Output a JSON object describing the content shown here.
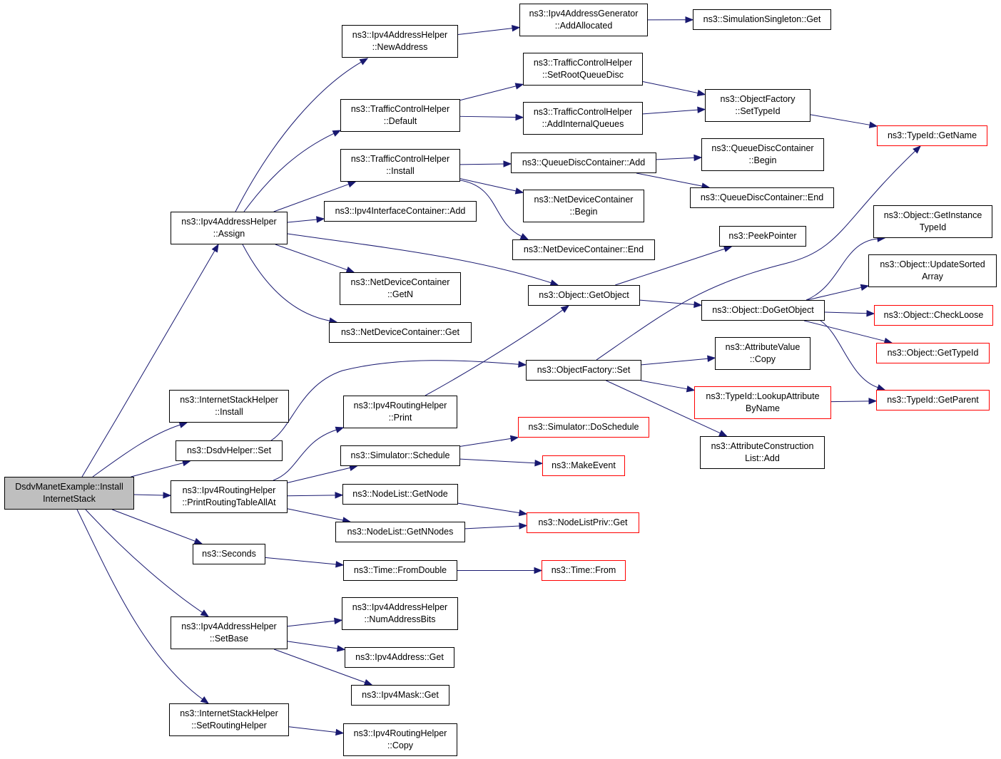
{
  "colors": {
    "edge": "#191970",
    "node_border": "#000000",
    "truncated_border": "#ff0000",
    "root_fill": "#bfbfbf"
  },
  "nodes": [
    {
      "id": "root",
      "lines": [
        "DsdvManetExample::Install",
        "InternetStack"
      ],
      "root": true
    },
    {
      "id": "assign",
      "lines": [
        "ns3::Ipv4AddressHelper",
        "::Assign"
      ]
    },
    {
      "id": "ishInstall",
      "lines": [
        "ns3::InternetStackHelper",
        "::Install"
      ]
    },
    {
      "id": "dsdvSet",
      "lines": [
        "ns3::DsdvHelper::Set"
      ]
    },
    {
      "id": "printRT",
      "lines": [
        "ns3::Ipv4RoutingHelper",
        "::PrintRoutingTableAllAt"
      ]
    },
    {
      "id": "seconds",
      "lines": [
        "ns3::Seconds"
      ]
    },
    {
      "id": "setBase",
      "lines": [
        "ns3::Ipv4AddressHelper",
        "::SetBase"
      ]
    },
    {
      "id": "setRH",
      "lines": [
        "ns3::InternetStackHelper",
        "::SetRoutingHelper"
      ]
    },
    {
      "id": "newAddr",
      "lines": [
        "ns3::Ipv4AddressHelper",
        "::NewAddress"
      ]
    },
    {
      "id": "tchDefault",
      "lines": [
        "ns3::TrafficControlHelper",
        "::Default"
      ]
    },
    {
      "id": "tchInstall",
      "lines": [
        "ns3::TrafficControlHelper",
        "::Install"
      ]
    },
    {
      "id": "iicAdd",
      "lines": [
        "ns3::Ipv4InterfaceContainer::Add"
      ]
    },
    {
      "id": "ndcGetN",
      "lines": [
        "ns3::NetDeviceContainer",
        "::GetN"
      ]
    },
    {
      "id": "ndcGet",
      "lines": [
        "ns3::NetDeviceContainer::Get"
      ]
    },
    {
      "id": "rhPrint",
      "lines": [
        "ns3::Ipv4RoutingHelper",
        "::Print"
      ]
    },
    {
      "id": "simSchedule",
      "lines": [
        "ns3::Simulator::Schedule"
      ]
    },
    {
      "id": "nlGetNode",
      "lines": [
        "ns3::NodeList::GetNode"
      ]
    },
    {
      "id": "nlGetNNodes",
      "lines": [
        "ns3::NodeList::GetNNodes"
      ]
    },
    {
      "id": "timeFromDouble",
      "lines": [
        "ns3::Time::FromDouble"
      ]
    },
    {
      "id": "numAddrBits",
      "lines": [
        "ns3::Ipv4AddressHelper",
        "::NumAddressBits"
      ]
    },
    {
      "id": "ipv4AddrGet",
      "lines": [
        "ns3::Ipv4Address::Get"
      ]
    },
    {
      "id": "ipv4MaskGet",
      "lines": [
        "ns3::Ipv4Mask::Get"
      ]
    },
    {
      "id": "rhCopy",
      "lines": [
        "ns3::Ipv4RoutingHelper",
        "::Copy"
      ]
    },
    {
      "id": "addrGenAlloc",
      "lines": [
        "ns3::Ipv4AddressGenerator",
        "::AddAllocated"
      ]
    },
    {
      "id": "tchSetRoot",
      "lines": [
        "ns3::TrafficControlHelper",
        "::SetRootQueueDisc"
      ]
    },
    {
      "id": "tchAddInternal",
      "lines": [
        "ns3::TrafficControlHelper",
        "::AddInternalQueues"
      ]
    },
    {
      "id": "qdcAdd",
      "lines": [
        "ns3::QueueDiscContainer::Add"
      ]
    },
    {
      "id": "ndcBegin",
      "lines": [
        "ns3::NetDeviceContainer",
        "::Begin"
      ]
    },
    {
      "id": "ndcEnd",
      "lines": [
        "ns3::NetDeviceContainer::End"
      ]
    },
    {
      "id": "objGetObject",
      "lines": [
        "ns3::Object::GetObject"
      ]
    },
    {
      "id": "ofSet",
      "lines": [
        "ns3::ObjectFactory::Set"
      ]
    },
    {
      "id": "simDoSchedule",
      "lines": [
        "ns3::Simulator::DoSchedule"
      ],
      "truncated": true
    },
    {
      "id": "makeEvent",
      "lines": [
        "ns3::MakeEvent"
      ],
      "truncated": true
    },
    {
      "id": "nlPrivGet",
      "lines": [
        "ns3::NodeListPriv::Get"
      ],
      "truncated": true
    },
    {
      "id": "timeFrom",
      "lines": [
        "ns3::Time::From"
      ],
      "truncated": true
    },
    {
      "id": "simSingletonGet",
      "lines": [
        "ns3::SimulationSingleton::Get"
      ]
    },
    {
      "id": "ofSetTypeId",
      "lines": [
        "ns3::ObjectFactory",
        "::SetTypeId"
      ]
    },
    {
      "id": "qdcBegin",
      "lines": [
        "ns3::QueueDiscContainer",
        "::Begin"
      ]
    },
    {
      "id": "qdcEnd",
      "lines": [
        "ns3::QueueDiscContainer::End"
      ]
    },
    {
      "id": "peekPointer",
      "lines": [
        "ns3::PeekPointer"
      ]
    },
    {
      "id": "doGetObject",
      "lines": [
        "ns3::Object::DoGetObject"
      ]
    },
    {
      "id": "attrValueCopy",
      "lines": [
        "ns3::AttributeValue",
        "::Copy"
      ]
    },
    {
      "id": "lookupAttr",
      "lines": [
        "ns3::TypeId::LookupAttribute",
        "ByName"
      ],
      "truncated": true
    },
    {
      "id": "attrConstrAdd",
      "lines": [
        "ns3::AttributeConstruction",
        "List::Add"
      ]
    },
    {
      "id": "typeIdGetName",
      "lines": [
        "ns3::TypeId::GetName"
      ],
      "truncated": true
    },
    {
      "id": "getInstanceTypeId",
      "lines": [
        "ns3::Object::GetInstance",
        "TypeId"
      ]
    },
    {
      "id": "updateSorted",
      "lines": [
        "ns3::Object::UpdateSorted",
        "Array"
      ]
    },
    {
      "id": "checkLoose",
      "lines": [
        "ns3::Object::CheckLoose"
      ],
      "truncated": true
    },
    {
      "id": "objGetTypeId",
      "lines": [
        "ns3::Object::GetTypeId"
      ],
      "truncated": true
    },
    {
      "id": "typeIdGetParent",
      "lines": [
        "ns3::TypeId::GetParent"
      ],
      "truncated": true
    }
  ],
  "edges": [
    [
      "root",
      "assign"
    ],
    [
      "root",
      "ishInstall"
    ],
    [
      "root",
      "dsdvSet"
    ],
    [
      "root",
      "printRT"
    ],
    [
      "root",
      "seconds"
    ],
    [
      "root",
      "setBase"
    ],
    [
      "root",
      "setRH"
    ],
    [
      "assign",
      "newAddr"
    ],
    [
      "assign",
      "tchDefault"
    ],
    [
      "assign",
      "tchInstall"
    ],
    [
      "assign",
      "iicAdd"
    ],
    [
      "assign",
      "ndcGetN"
    ],
    [
      "assign",
      "ndcGet"
    ],
    [
      "assign",
      "objGetObject"
    ],
    [
      "newAddr",
      "addrGenAlloc"
    ],
    [
      "addrGenAlloc",
      "simSingletonGet"
    ],
    [
      "tchDefault",
      "tchSetRoot"
    ],
    [
      "tchDefault",
      "tchAddInternal"
    ],
    [
      "tchSetRoot",
      "ofSetTypeId"
    ],
    [
      "tchAddInternal",
      "ofSetTypeId"
    ],
    [
      "ofSetTypeId",
      "typeIdGetName"
    ],
    [
      "tchInstall",
      "qdcAdd"
    ],
    [
      "tchInstall",
      "ndcBegin"
    ],
    [
      "tchInstall",
      "ndcEnd"
    ],
    [
      "qdcAdd",
      "qdcBegin"
    ],
    [
      "qdcAdd",
      "qdcEnd"
    ],
    [
      "objGetObject",
      "peekPointer"
    ],
    [
      "objGetObject",
      "doGetObject"
    ],
    [
      "doGetObject",
      "getInstanceTypeId"
    ],
    [
      "doGetObject",
      "updateSorted"
    ],
    [
      "doGetObject",
      "checkLoose"
    ],
    [
      "doGetObject",
      "objGetTypeId"
    ],
    [
      "doGetObject",
      "typeIdGetParent"
    ],
    [
      "dsdvSet",
      "ofSet"
    ],
    [
      "ofSet",
      "typeIdGetName"
    ],
    [
      "ofSet",
      "attrValueCopy"
    ],
    [
      "ofSet",
      "lookupAttr"
    ],
    [
      "ofSet",
      "attrConstrAdd"
    ],
    [
      "lookupAttr",
      "typeIdGetParent"
    ],
    [
      "printRT",
      "rhPrint"
    ],
    [
      "printRT",
      "simSchedule"
    ],
    [
      "printRT",
      "nlGetNode"
    ],
    [
      "printRT",
      "nlGetNNodes"
    ],
    [
      "rhPrint",
      "objGetObject"
    ],
    [
      "simSchedule",
      "simDoSchedule"
    ],
    [
      "simSchedule",
      "makeEvent"
    ],
    [
      "nlGetNode",
      "nlPrivGet"
    ],
    [
      "nlGetNNodes",
      "nlPrivGet"
    ],
    [
      "seconds",
      "timeFromDouble"
    ],
    [
      "timeFromDouble",
      "timeFrom"
    ],
    [
      "setBase",
      "numAddrBits"
    ],
    [
      "setBase",
      "ipv4AddrGet"
    ],
    [
      "setBase",
      "ipv4MaskGet"
    ],
    [
      "setRH",
      "rhCopy"
    ]
  ]
}
